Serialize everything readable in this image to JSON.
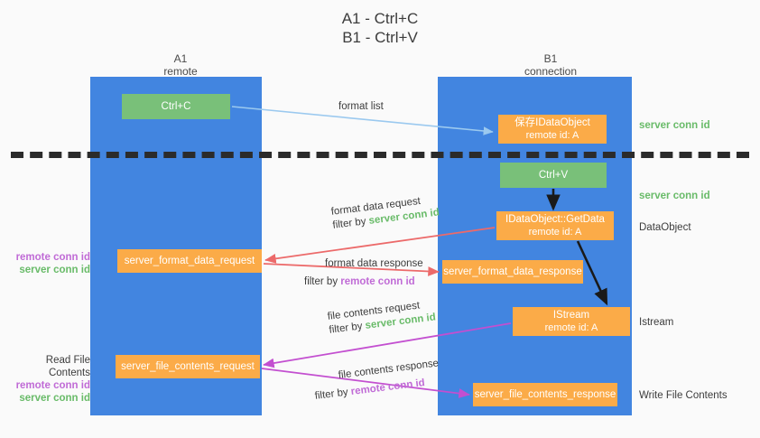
{
  "title": "A1 - Ctrl+C\nB1 - Ctrl+V",
  "columns": {
    "a1": "A1\nremote",
    "b1": "B1\nconnection"
  },
  "boxes": {
    "ctrl_c": "Ctrl+C",
    "ctrl_v": "Ctrl+V",
    "idataobject_line1": "保存IDataObject",
    "idataobject_line2": "remote id: A",
    "getdata_line1": "IDataObject::GetData",
    "getdata_line2": "remote id: A",
    "istream_line1": "IStream",
    "istream_line2": "remote id: A",
    "server_format_data_request": "server_format_data_request",
    "server_format_data_response": "server_format_data_response",
    "server_file_contents_request": "server_file_contents_request",
    "server_file_contents_response": "server_file_contents_response"
  },
  "right_notes": {
    "server_conn_id_1": "server conn id",
    "server_conn_id_2": "server conn id",
    "dataobject": "DataObject",
    "istream": "Istream",
    "write_file_contents": "Write File Contents"
  },
  "left_notes": {
    "remote_conn_id_1": "remote conn id",
    "server_conn_id_1": "server conn id",
    "read_file_contents": "Read File Contents",
    "remote_conn_id_2": "remote conn id",
    "server_conn_id_2": "server conn id"
  },
  "arrow_labels": {
    "format_list": "format list",
    "format_data_request": "format data request",
    "format_data_request_filter_prefix": "filter by ",
    "format_data_request_filter_value": "server conn id",
    "format_data_response": "format data response",
    "format_data_response_filter_prefix": "filter by ",
    "format_data_response_filter_value": "remote conn id",
    "file_contents_request": "file contents request",
    "file_contents_request_filter_prefix": "filter by ",
    "file_contents_request_filter_value": "server conn id",
    "file_contents_response": "file contents response",
    "file_contents_response_filter_prefix": "filter by ",
    "file_contents_response_filter_value": "remote conn id"
  },
  "colors": {
    "lane": "#4285e0",
    "green_box": "#79c079",
    "orange_box": "#fbab48",
    "green_text": "#69bb69",
    "purple_text": "#c06bd6",
    "light_blue_arrow": "#9bc9ef",
    "red_arrow": "#ec6a6a",
    "magenta_arrow": "#c34fd0",
    "black_arrow": "#1a1a1a",
    "divider": "#2b2b2b",
    "background": "#fafafa"
  }
}
